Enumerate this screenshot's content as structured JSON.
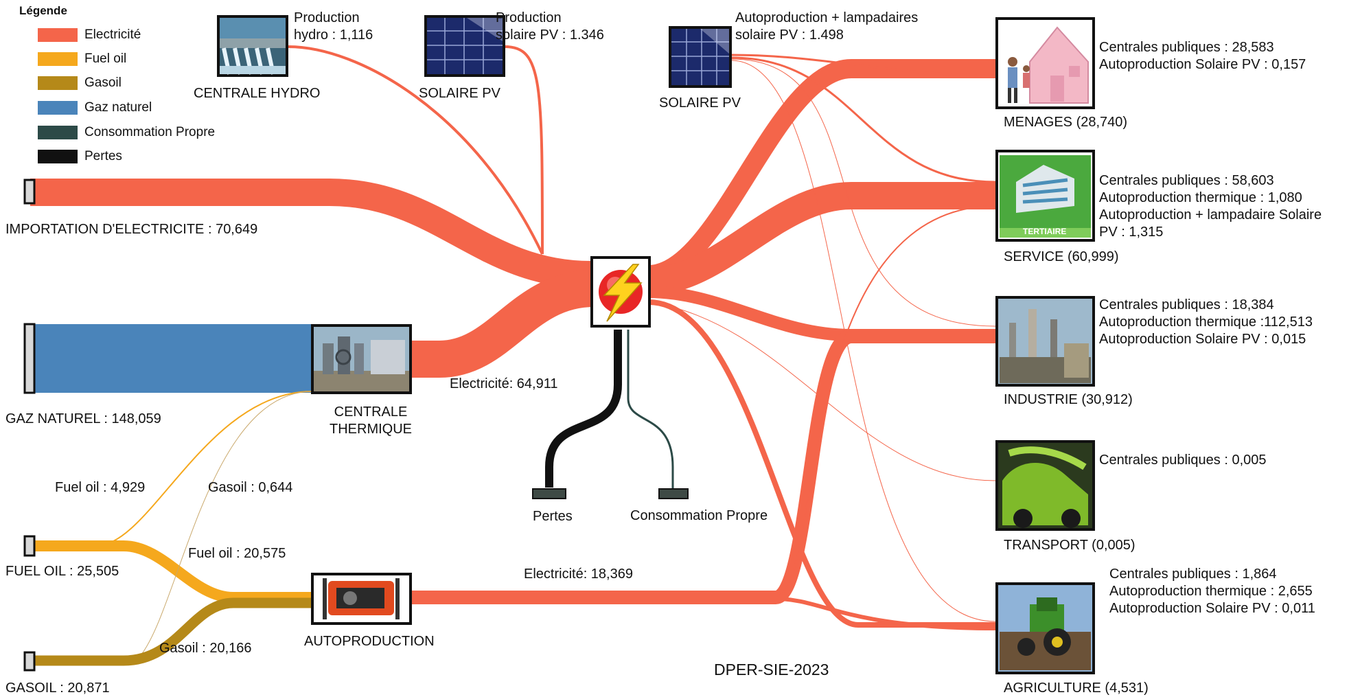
{
  "legend": {
    "title": "Légende",
    "items": [
      {
        "label": "Electricité",
        "color": "#f4654a"
      },
      {
        "label": "Fuel oil",
        "color": "#f5a81d"
      },
      {
        "label": "Gasoil",
        "color": "#b58919"
      },
      {
        "label": "Gaz naturel",
        "color": "#4a84ba"
      },
      {
        "label": "Consommation Propre",
        "color": "#2c4a47"
      },
      {
        "label": "Pertes",
        "color": "#111111"
      }
    ]
  },
  "sources": {
    "import": "IMPORTATION D'ELECTRICITE : 70,649",
    "gas": "GAZ NATUREL : 148,059",
    "fuel": "FUEL OIL : 25,505",
    "gasoil": "GASOIL : 20,871"
  },
  "plants": {
    "hydro_title": "CENTRALE HYDRO",
    "hydro_prod": [
      "Production",
      "hydro : 1,116"
    ],
    "pv1_title": "SOLAIRE PV",
    "pv1_prod": [
      "Production",
      " solaire PV : 1.346"
    ],
    "pv2_title": "SOLAIRE PV",
    "pv2_prod": [
      "Autoproduction + lampadaires",
      "solaire PV : 1.498"
    ],
    "thermal_title": [
      "CENTRALE",
      "THERMIQUE"
    ],
    "auto_title": "AUTOPRODUCTION"
  },
  "flows": {
    "elec_thermal": "Electricité: 64,911",
    "elec_auto": "Electricité: 18,369",
    "fuel_thermal": "Fuel oil : 4,929",
    "gasoil_thermal": "Gasoil : 0,644",
    "fuel_auto": "Fuel oil : 20,575",
    "gasoil_auto": "Gasoil : 20,166",
    "pertes": "Pertes",
    "conso": "Consommation Propre"
  },
  "sectors": [
    {
      "name": "MENAGES (28,740)",
      "details": [
        "Centrales publiques : 28,583",
        "Autoproduction Solaire PV : 0,157"
      ]
    },
    {
      "name": "SERVICE (60,999)",
      "details": [
        "Centrales publiques : 58,603",
        "Autoproduction thermique : 1,080",
        "Autoproduction + lampadaire Solaire",
        "PV : 1,315"
      ],
      "badge": "TERTIAIRE"
    },
    {
      "name": "INDUSTRIE (30,912)",
      "details": [
        "Centrales publiques : 18,384",
        "Autoproduction thermique :112,513",
        "Autoproduction Solaire PV : 0,015"
      ]
    },
    {
      "name": "TRANSPORT (0,005)",
      "details": [
        "Centrales publiques : 0,005"
      ]
    },
    {
      "name": "AGRICULTURE (4,531)",
      "details": [
        "Centrales publiques : 1,864",
        "Autoproduction thermique : 2,655",
        "Autoproduction Solaire PV : 0,011"
      ]
    }
  ],
  "footer": "DPER-SIE-2023"
}
